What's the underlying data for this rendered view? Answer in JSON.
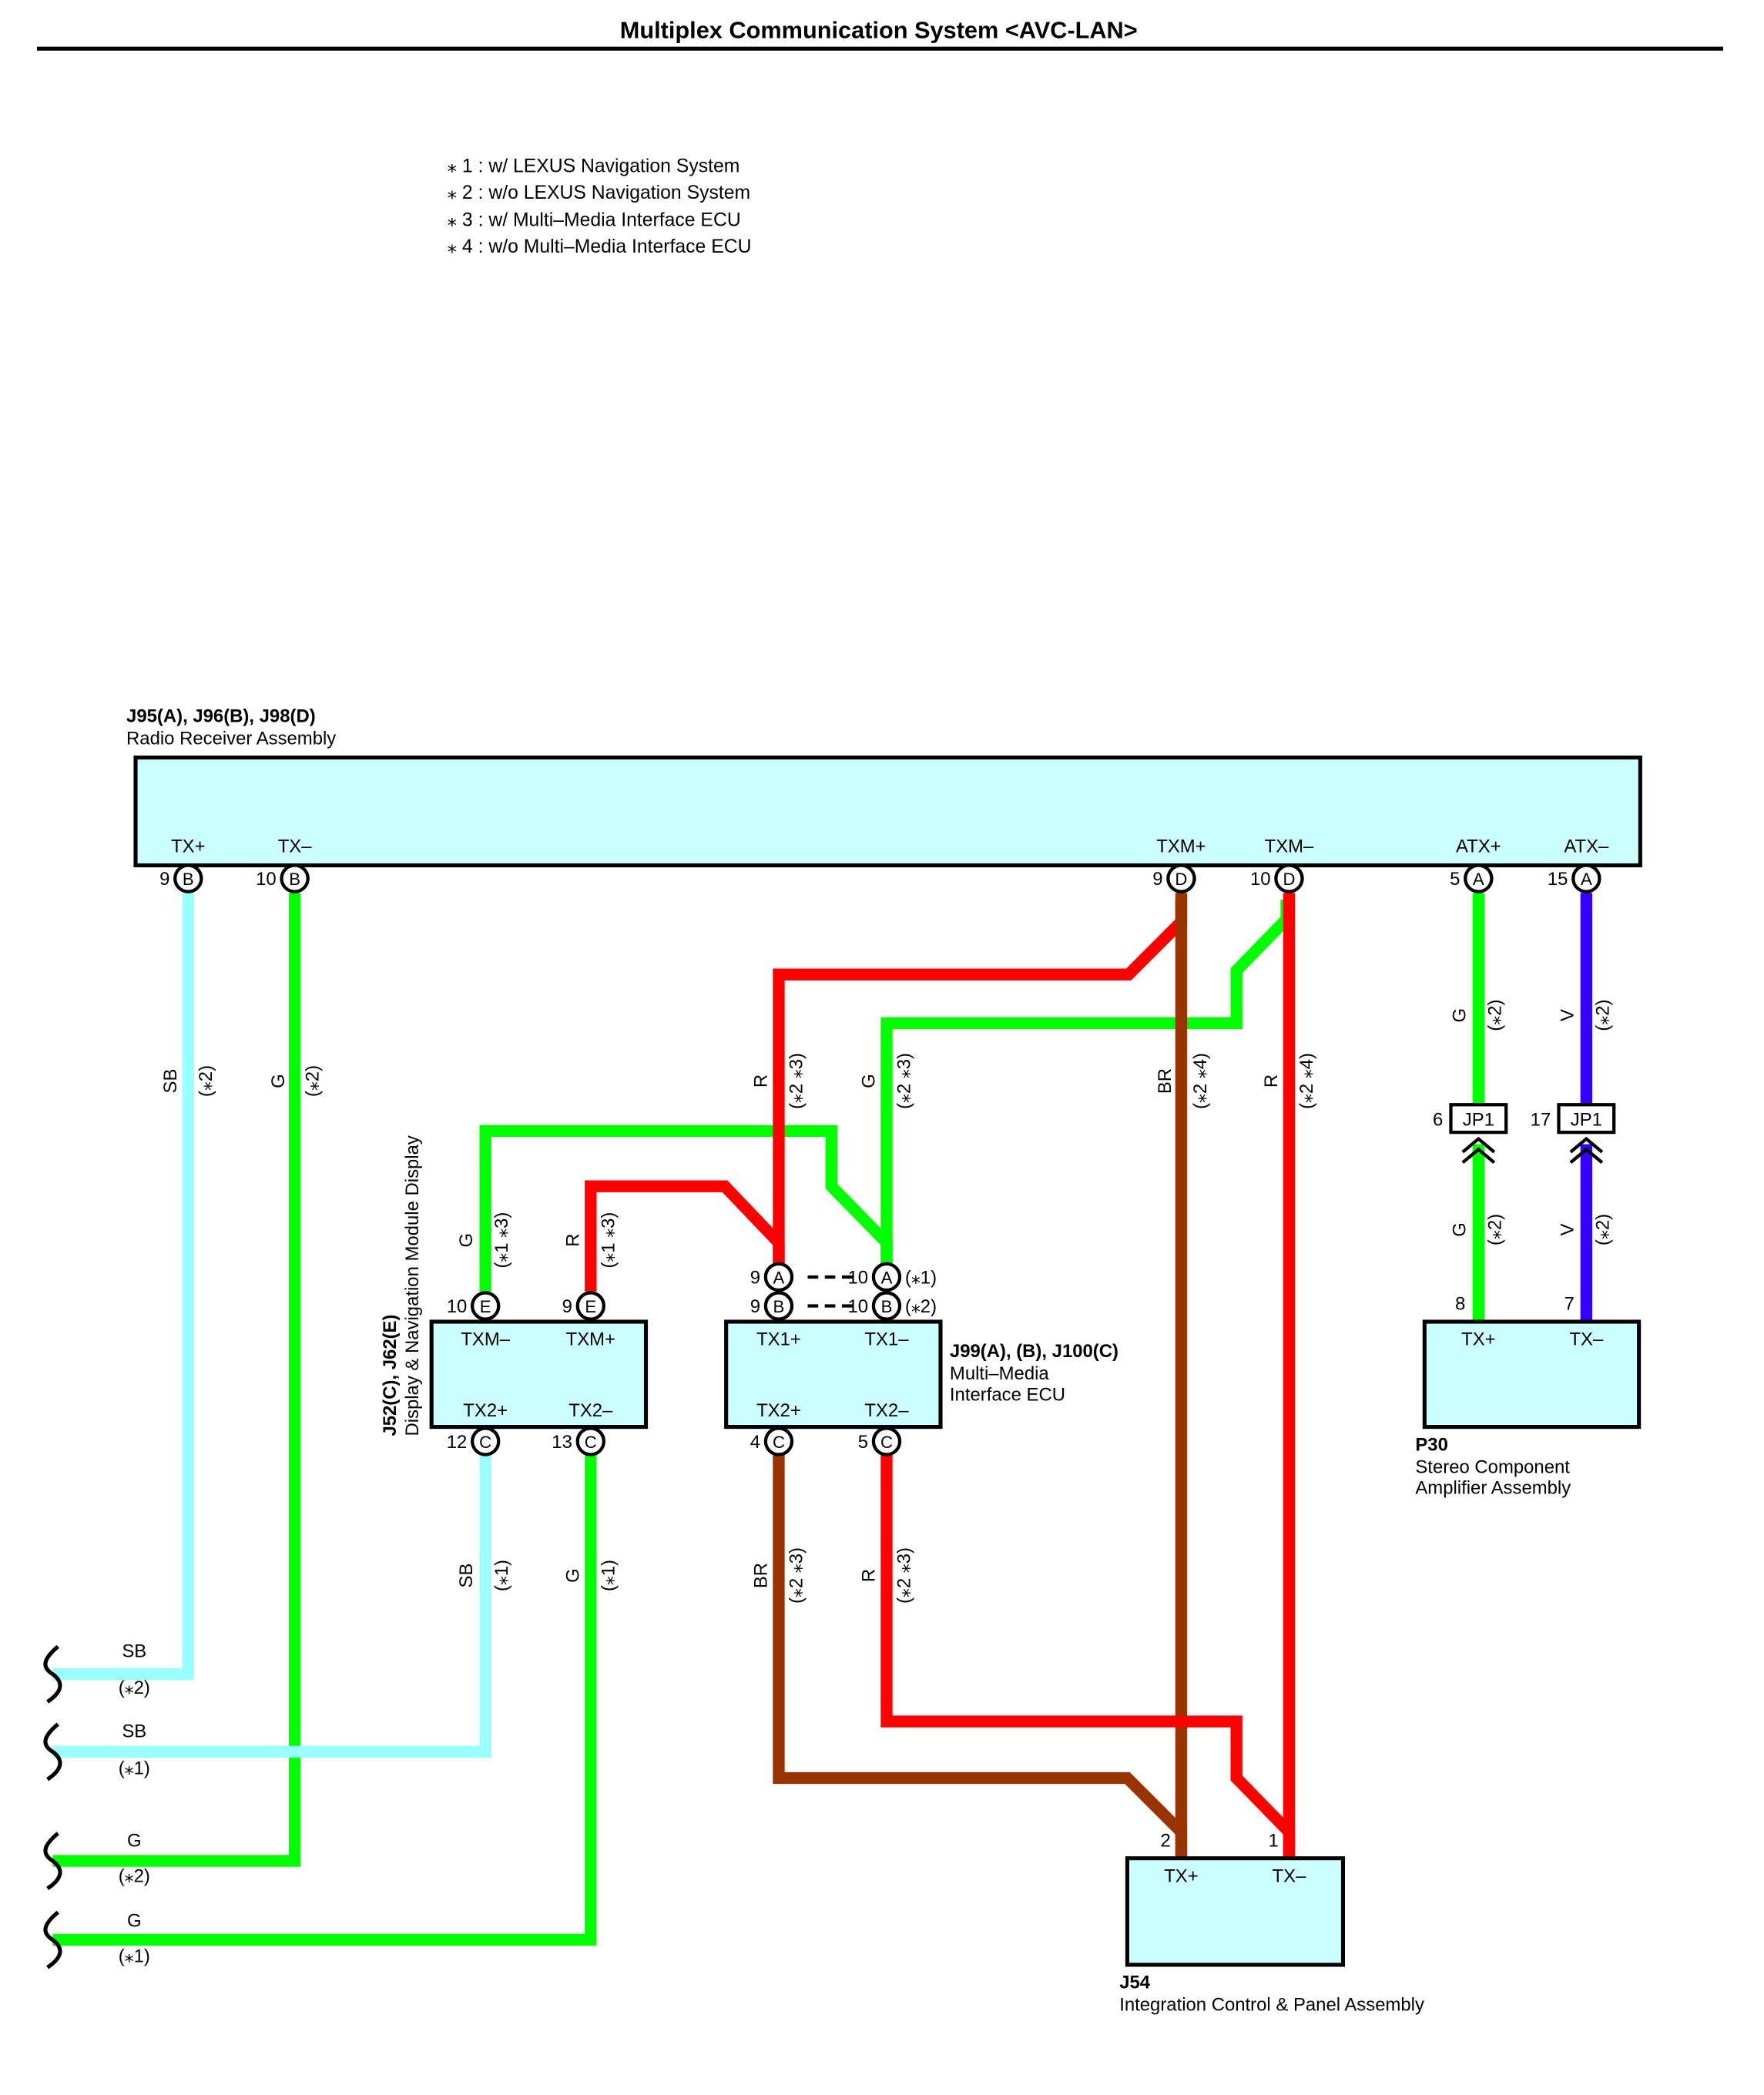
{
  "title": "Multiplex Communication System <AVC-LAN>",
  "notes": [
    "⁎ 1 : w/ LEXUS Navigation System",
    "⁎ 2 : w/o LEXUS Navigation System",
    "⁎ 3 : w/ Multi–Media Interface ECU",
    "⁎ 4 : w/o Multi–Media Interface ECU"
  ],
  "colors": {
    "G": "#00ff00",
    "R": "#ff0000",
    "BR": "#993300",
    "SB": "#99ffff",
    "V": "#3300ff",
    "box_fill": "#ccffff",
    "outline": "#000000"
  },
  "components": {
    "radio": {
      "id": "J95(A), J96(B), J98(D)",
      "name": "Radio Receiver Assembly",
      "pins": [
        {
          "label": "TX+",
          "num": "9",
          "conn": "B"
        },
        {
          "label": "TX–",
          "num": "10",
          "conn": "B"
        },
        {
          "label": "TXM+",
          "num": "9",
          "conn": "D"
        },
        {
          "label": "TXM–",
          "num": "10",
          "conn": "D"
        },
        {
          "label": "ATX+",
          "num": "5",
          "conn": "A"
        },
        {
          "label": "ATX–",
          "num": "15",
          "conn": "A"
        }
      ]
    },
    "display": {
      "id": "J52(C), J62(E)",
      "name": "Display & Navigation Module Display",
      "pins": [
        {
          "label": "TXM–",
          "num": "10",
          "conn": "E"
        },
        {
          "label": "TXM+",
          "num": "9",
          "conn": "E"
        },
        {
          "label": "TX2+",
          "num": "12",
          "conn": "C"
        },
        {
          "label": "TX2–",
          "num": "13",
          "conn": "C"
        }
      ]
    },
    "mmi": {
      "id": "J99(A), (B), J100(C)",
      "name_line1": "Multi–Media",
      "name_line2": "Interface ECU",
      "pins": [
        {
          "label": "TX1+",
          "num_a": "9",
          "conn_a": "A",
          "num_b": "9",
          "conn_b": "B"
        },
        {
          "label": "TX1–",
          "num_a": "10",
          "conn_a": "A",
          "num_b": "10",
          "conn_b": "B"
        },
        {
          "label": "TX2+",
          "num": "4",
          "conn": "C"
        },
        {
          "label": "TX2–",
          "num": "5",
          "conn": "C"
        }
      ],
      "variant_a": "(⁎1)",
      "variant_b": "(⁎2)"
    },
    "amp": {
      "id": "P30",
      "name_line1": "Stereo Component",
      "name_line2": "Amplifier Assembly",
      "pins": [
        {
          "label": "TX+",
          "num": "8"
        },
        {
          "label": "TX–",
          "num": "7"
        }
      ]
    },
    "panel": {
      "id": "J54",
      "name": "Integration Control & Panel Assembly",
      "pins": [
        {
          "label": "TX+",
          "num": "2"
        },
        {
          "label": "TX–",
          "num": "1"
        }
      ]
    },
    "junctions": [
      {
        "label": "JP1",
        "num": "6"
      },
      {
        "label": "JP1",
        "num": "17"
      }
    ]
  },
  "wire_labels": {
    "radio_txp": {
      "color": "SB",
      "note": "(⁎2)"
    },
    "radio_txm": {
      "color": "G",
      "note": "(⁎2)"
    },
    "mmi_r": {
      "color": "R",
      "note": "(⁎2 ⁎3)"
    },
    "mmi_g": {
      "color": "G",
      "note": "(⁎2 ⁎3)"
    },
    "br_direct": {
      "color": "BR",
      "note": "(⁎2 ⁎4)"
    },
    "r_direct": {
      "color": "R",
      "note": "(⁎2 ⁎4)"
    },
    "atxp_top": {
      "color": "G",
      "note": "(⁎2)"
    },
    "atxm_top": {
      "color": "V",
      "note": "(⁎2)"
    },
    "atxp_bot": {
      "color": "G",
      "note": "(⁎2)"
    },
    "atxm_bot": {
      "color": "V",
      "note": "(⁎2)"
    },
    "disp_g": {
      "color": "G",
      "note": "(⁎1 ⁎3)"
    },
    "disp_r": {
      "color": "R",
      "note": "(⁎1 ⁎3)"
    },
    "disp_sb": {
      "color": "SB",
      "note": "(⁎1)"
    },
    "disp_g2": {
      "color": "G",
      "note": "(⁎1)"
    },
    "mmi_br": {
      "color": "BR",
      "note": "(⁎2 ⁎3)"
    },
    "mmi_r2": {
      "color": "R",
      "note": "(⁎2 ⁎3)"
    }
  },
  "offpage": [
    {
      "color": "SB",
      "note": "(⁎2)"
    },
    {
      "color": "SB",
      "note": "(⁎1)"
    },
    {
      "color": "G",
      "note": "(⁎2)"
    },
    {
      "color": "G",
      "note": "(⁎1)"
    }
  ]
}
